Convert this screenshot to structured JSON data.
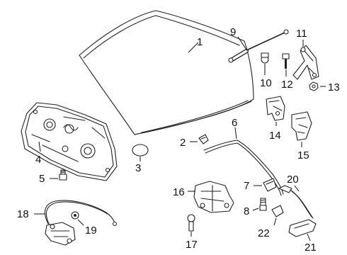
{
  "callouts": [
    "1",
    "2",
    "3",
    "4",
    "5",
    "6",
    "7",
    "8",
    "9",
    "10",
    "11",
    "12",
    "13",
    "14",
    "15",
    "16",
    "17",
    "18",
    "19",
    "20",
    "21",
    "22"
  ],
  "parts": {
    "hood": "hood-panel",
    "seal": "hood-seal"
  }
}
